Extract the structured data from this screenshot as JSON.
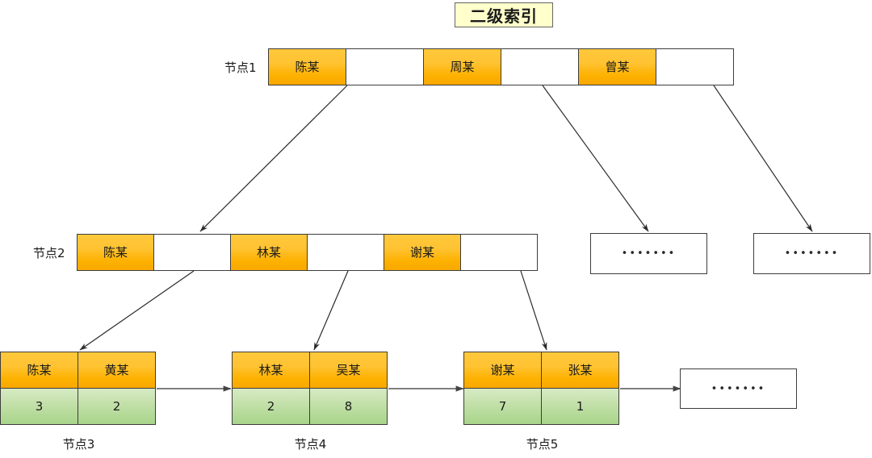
{
  "title": {
    "text": "二级索引"
  },
  "levels": {
    "root": {
      "label": "节点1",
      "cells": [
        {
          "type": "key",
          "text": "陈某"
        },
        {
          "type": "ptr",
          "text": ""
        },
        {
          "type": "key",
          "text": "周某"
        },
        {
          "type": "ptr",
          "text": ""
        },
        {
          "type": "key",
          "text": "曾某"
        },
        {
          "type": "ptr",
          "text": ""
        }
      ]
    },
    "internal": {
      "label": "节点2",
      "cells": [
        {
          "type": "key",
          "text": "陈某"
        },
        {
          "type": "ptr",
          "text": ""
        },
        {
          "type": "key",
          "text": "林某"
        },
        {
          "type": "ptr",
          "text": ""
        },
        {
          "type": "key",
          "text": "谢某"
        },
        {
          "type": "ptr",
          "text": ""
        }
      ],
      "ellipsis_nodes": [
        {
          "text": "•••••••"
        },
        {
          "text": "•••••••"
        }
      ]
    },
    "leaves": [
      {
        "label": "节点3",
        "keys": [
          "陈某",
          "黄某"
        ],
        "values": [
          "3",
          "2"
        ]
      },
      {
        "label": "节点4",
        "keys": [
          "林某",
          "吴某"
        ],
        "values": [
          "2",
          "8"
        ]
      },
      {
        "label": "节点5",
        "keys": [
          "谢某",
          "张某"
        ],
        "values": [
          "7",
          "1"
        ]
      }
    ],
    "leaf_ellipsis": {
      "text": "•••••••"
    }
  },
  "colors": {
    "key_fill": "#ffc333",
    "key_fill_bottom": "#f9a800",
    "value_fill": "#c2e0a8",
    "value_fill_bottom": "#a8d48a",
    "pointer_fill": "#ffffff",
    "border": "#3d3d3d",
    "title_fill": "#ffffcc",
    "title_border": "#666666",
    "edge_stroke": "#2b2b2b",
    "leaf_link_stroke": "#555555"
  }
}
